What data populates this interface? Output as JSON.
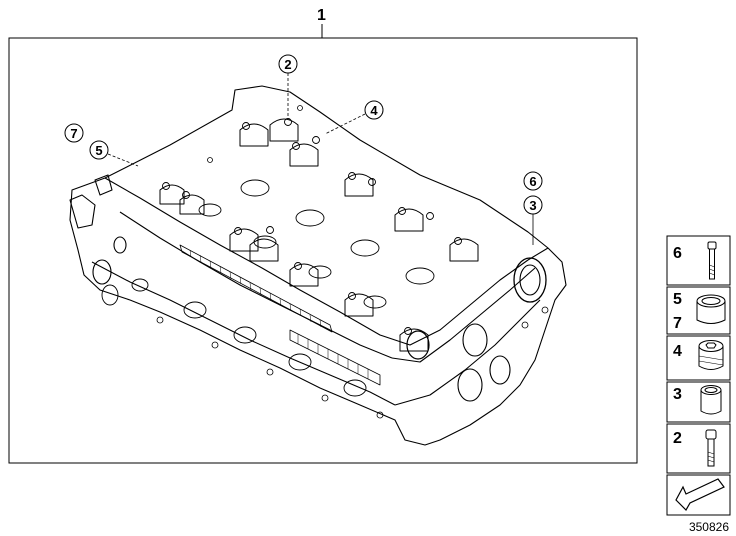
{
  "diagram": {
    "main_label": "1",
    "diagram_id": "350826"
  },
  "callouts": {
    "c2": "2",
    "c4": "4",
    "c7": "7",
    "c5": "5",
    "c6": "6",
    "c3": "3"
  },
  "legend": {
    "cell6": "6",
    "cell5": "5",
    "cell7": "7",
    "cell4": "4",
    "cell3": "3",
    "cell2": "2"
  },
  "icons": {
    "part6": "bolt-icon",
    "part5_7": "seal-ring-icon",
    "part4": "plug-screw-icon",
    "part3": "sleeve-icon",
    "part2": "bolt-icon",
    "nav": "arrow-left-down-icon"
  },
  "colors": {
    "line": "#000000",
    "background": "#ffffff"
  }
}
